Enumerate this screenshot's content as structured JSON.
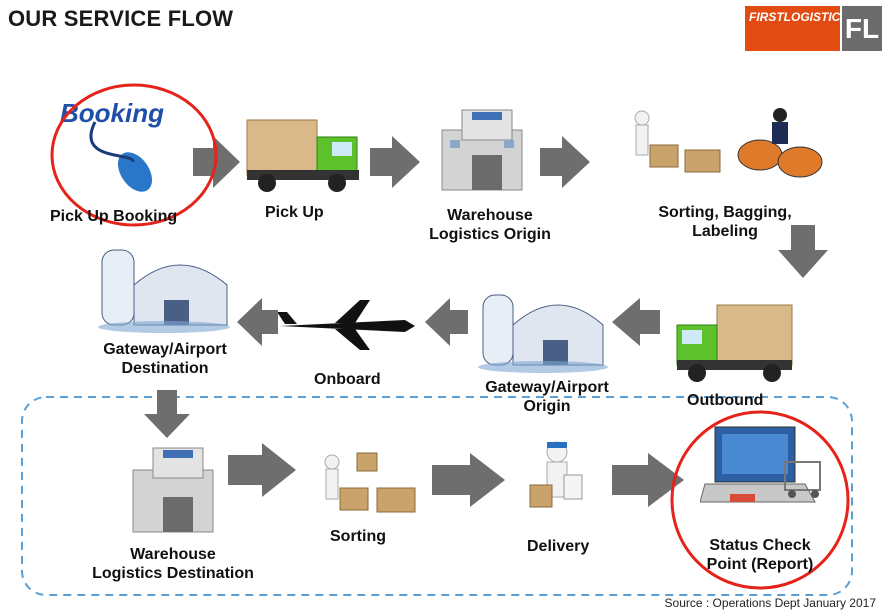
{
  "title": "OUR SERVICE FLOW",
  "logo": {
    "brand": "FIRSTLOGISTICS",
    "mark": "FL"
  },
  "steps": {
    "booking_image_text": "Booking",
    "pick_up_booking": "Pick Up Booking",
    "pick_up": "Pick Up",
    "warehouse_origin_1": "Warehouse",
    "warehouse_origin_2": "Logistics Origin",
    "sorting_bagging_1": "Sorting, Bagging,",
    "sorting_bagging_2": "Labeling",
    "outbound": "Outbound",
    "gateway_origin_1": "Gateway/Airport",
    "gateway_origin_2": "Origin",
    "onboard": "Onboard",
    "gateway_dest_1": "Gateway/Airport",
    "gateway_dest_2": "Destination",
    "warehouse_dest_1": "Warehouse",
    "warehouse_dest_2": "Logistics Destination",
    "sorting": "Sorting",
    "delivery": "Delivery",
    "status_check_1": "Status Check",
    "status_check_2": "Point (Report)"
  },
  "source": "Source : Operations Dept January 2017",
  "colors": {
    "arrow": "#6e6e6e",
    "highlight_circle": "#e5231b",
    "dashed_border": "#5aa0d6",
    "truck_green": "#5cc12b",
    "box": "#c9a36b"
  }
}
